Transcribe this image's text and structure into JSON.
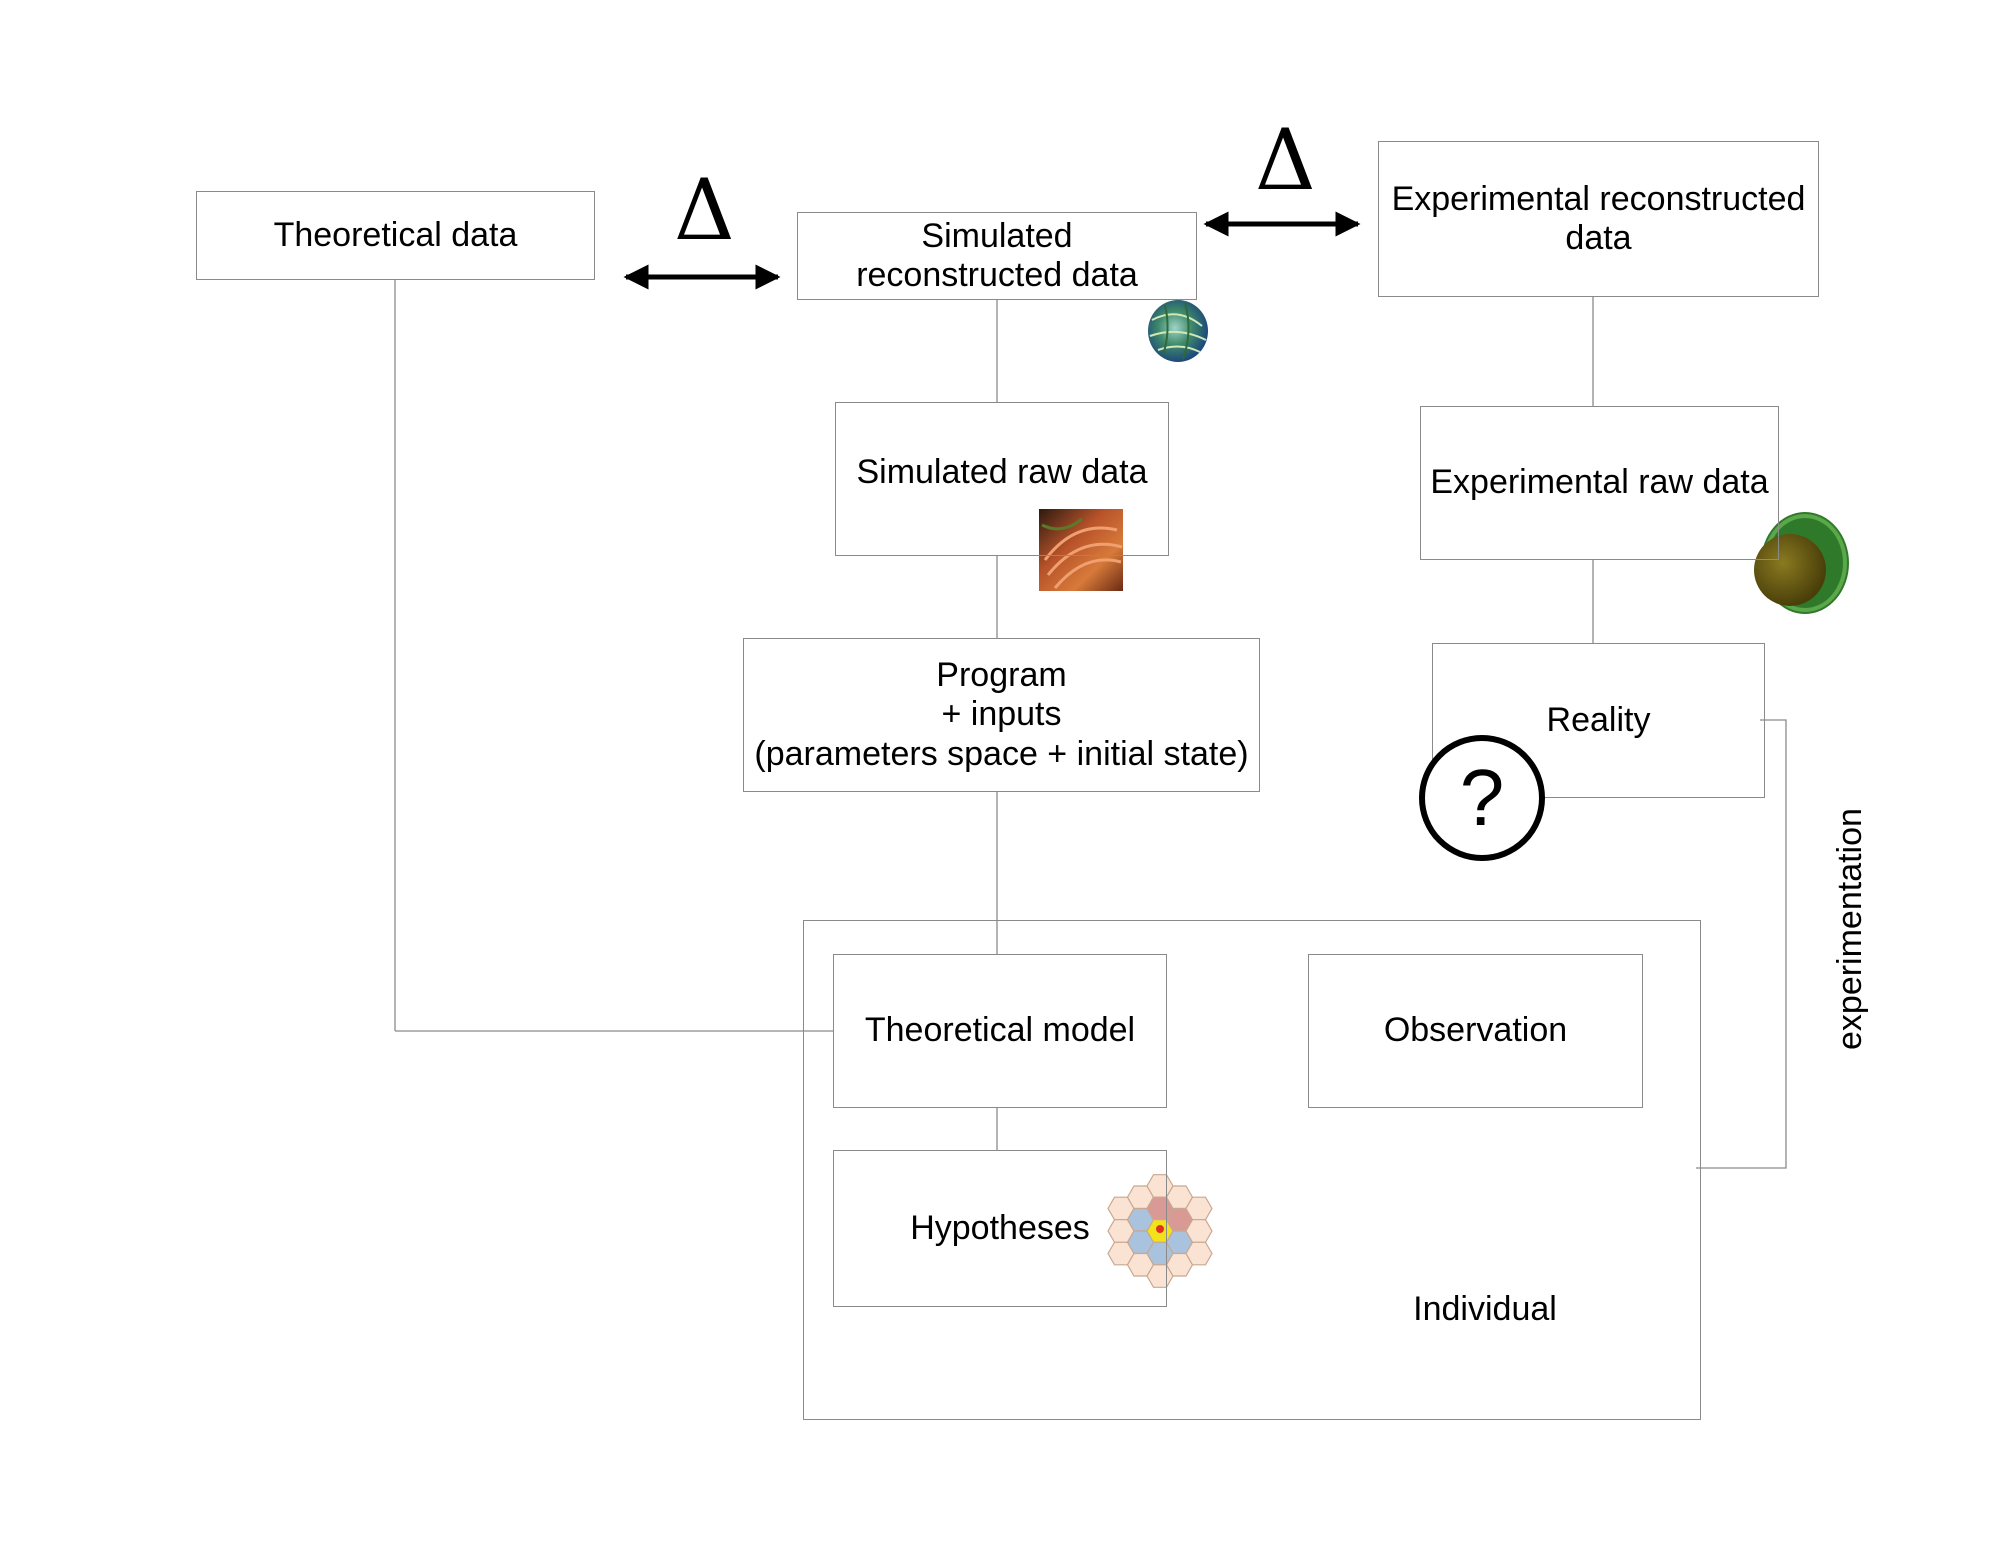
{
  "boxes": {
    "theoretical_data": "Theoretical data",
    "simulated_reconstructed": [
      "Simulated",
      "reconstructed data"
    ],
    "experimental_reconstructed": [
      "Experimental reconstructed",
      "data"
    ],
    "simulated_raw": "Simulated raw data",
    "experimental_raw": "Experimental raw data",
    "program": [
      "Program",
      "+ inputs",
      "(parameters space + initial state)"
    ],
    "reality": "Reality",
    "theoretical_model": "Theoretical model",
    "observation": "Observation",
    "hypotheses": "Hypotheses"
  },
  "labels": {
    "individual": "Individual",
    "experimentation": "experimentation",
    "delta": "Δ",
    "question": "?"
  },
  "colors": {
    "line": "#8a8a8a",
    "arrow": "#000000"
  },
  "icons": [
    "cell-sphere-icon",
    "tissue-image-icon",
    "embryo-icon",
    "question-circle-icon",
    "hex-grid-icon"
  ]
}
